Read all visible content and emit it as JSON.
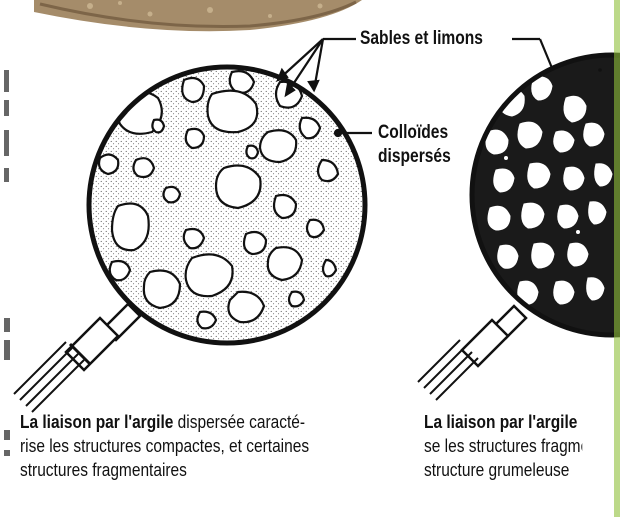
{
  "labels": {
    "sands": "Sables et limons",
    "colloids_1": "Colloïdes",
    "colloids_2": "dispersés"
  },
  "captions": {
    "left": {
      "line1_bold": "La liaison par l'argile",
      "line1_rest": " dispersée caracté-",
      "line2": "rise les structures compactes, et certaines",
      "line3": "structures fragmentaires"
    },
    "right": {
      "line1": "La liaison par l'argile",
      "line2": "se les structures fragmentaires",
      "line3": "structure grumeleuse"
    }
  },
  "colors": {
    "ink": "#111111",
    "soil_top": "#a58c6a",
    "right_edge": "#8fbf3a"
  }
}
